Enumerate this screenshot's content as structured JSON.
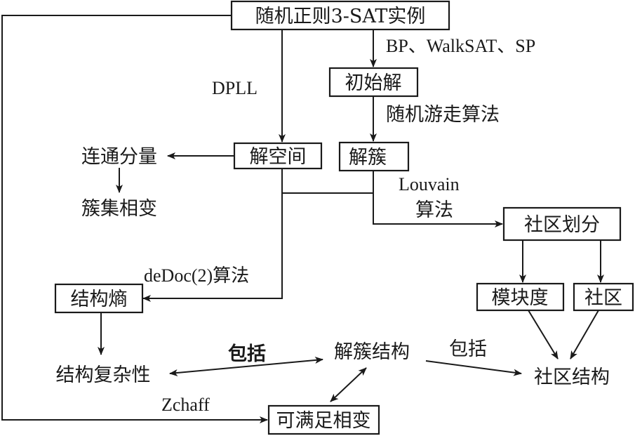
{
  "nodes": {
    "instance": {
      "label": "随机正则3-SAT实例",
      "boxed": true
    },
    "initial_solution": {
      "label": "初始解",
      "boxed": true
    },
    "solution_space": {
      "label": "解空间",
      "boxed": true
    },
    "solution_cluster": {
      "label": "解簇",
      "boxed": true
    },
    "community_partition": {
      "label": "社区划分",
      "boxed": true
    },
    "modularity": {
      "label": "模块度",
      "boxed": true
    },
    "community": {
      "label": "社区",
      "boxed": true
    },
    "structural_entropy": {
      "label": "结构熵",
      "boxed": true
    },
    "satisfiability_transition": {
      "label": "可满足相变",
      "boxed": true
    },
    "connected_components": {
      "label": "连通分量",
      "boxed": false
    },
    "clustering_transition": {
      "label": "簇集相变",
      "boxed": false
    },
    "structural_complexity": {
      "label": "结构复杂性",
      "boxed": false
    },
    "cluster_structure": {
      "label": "解簇结构",
      "boxed": false
    },
    "community_structure": {
      "label": "社区结构",
      "boxed": false
    }
  },
  "edges": {
    "bp_walksat_sp": {
      "label": "BP、WalkSAT、SP",
      "from": "instance",
      "to": "initial_solution"
    },
    "dpll": {
      "label": "DPLL",
      "from": "instance",
      "to": "solution_space"
    },
    "random_walk": {
      "label": "随机游走算法",
      "from": "initial_solution",
      "to": "solution_cluster"
    },
    "louvain_line1": {
      "label": "Louvain",
      "from": "solution_cluster",
      "to": "community_partition"
    },
    "louvain_line2": {
      "label": "算法"
    },
    "dedoc": {
      "label": "deDoc(2)算法",
      "from": "solution_space",
      "to": "structural_entropy"
    },
    "includes_left": {
      "label": "包括",
      "from": "cluster_structure",
      "to": "structural_complexity",
      "bidirectional": true
    },
    "includes_right": {
      "label": "包括",
      "from": "cluster_structure",
      "to": "community_structure"
    },
    "zchaff": {
      "label": "Zchaff",
      "from": "instance",
      "to": "satisfiability_transition"
    },
    "space_to_components": {
      "from": "solution_space",
      "to": "connected_components"
    },
    "components_to_transition": {
      "from": "connected_components",
      "to": "clustering_transition"
    },
    "partition_to_modularity": {
      "from": "community_partition",
      "to": "modularity"
    },
    "partition_to_community": {
      "from": "community_partition",
      "to": "community"
    },
    "modularity_to_structure": {
      "from": "modularity",
      "to": "community_structure"
    },
    "community_to_structure": {
      "from": "community",
      "to": "community_structure"
    },
    "entropy_to_complexity": {
      "from": "structural_entropy",
      "to": "structural_complexity"
    },
    "structure_to_sat": {
      "from": "cluster_structure",
      "to": "satisfiability_transition",
      "bidirectional": true
    }
  }
}
